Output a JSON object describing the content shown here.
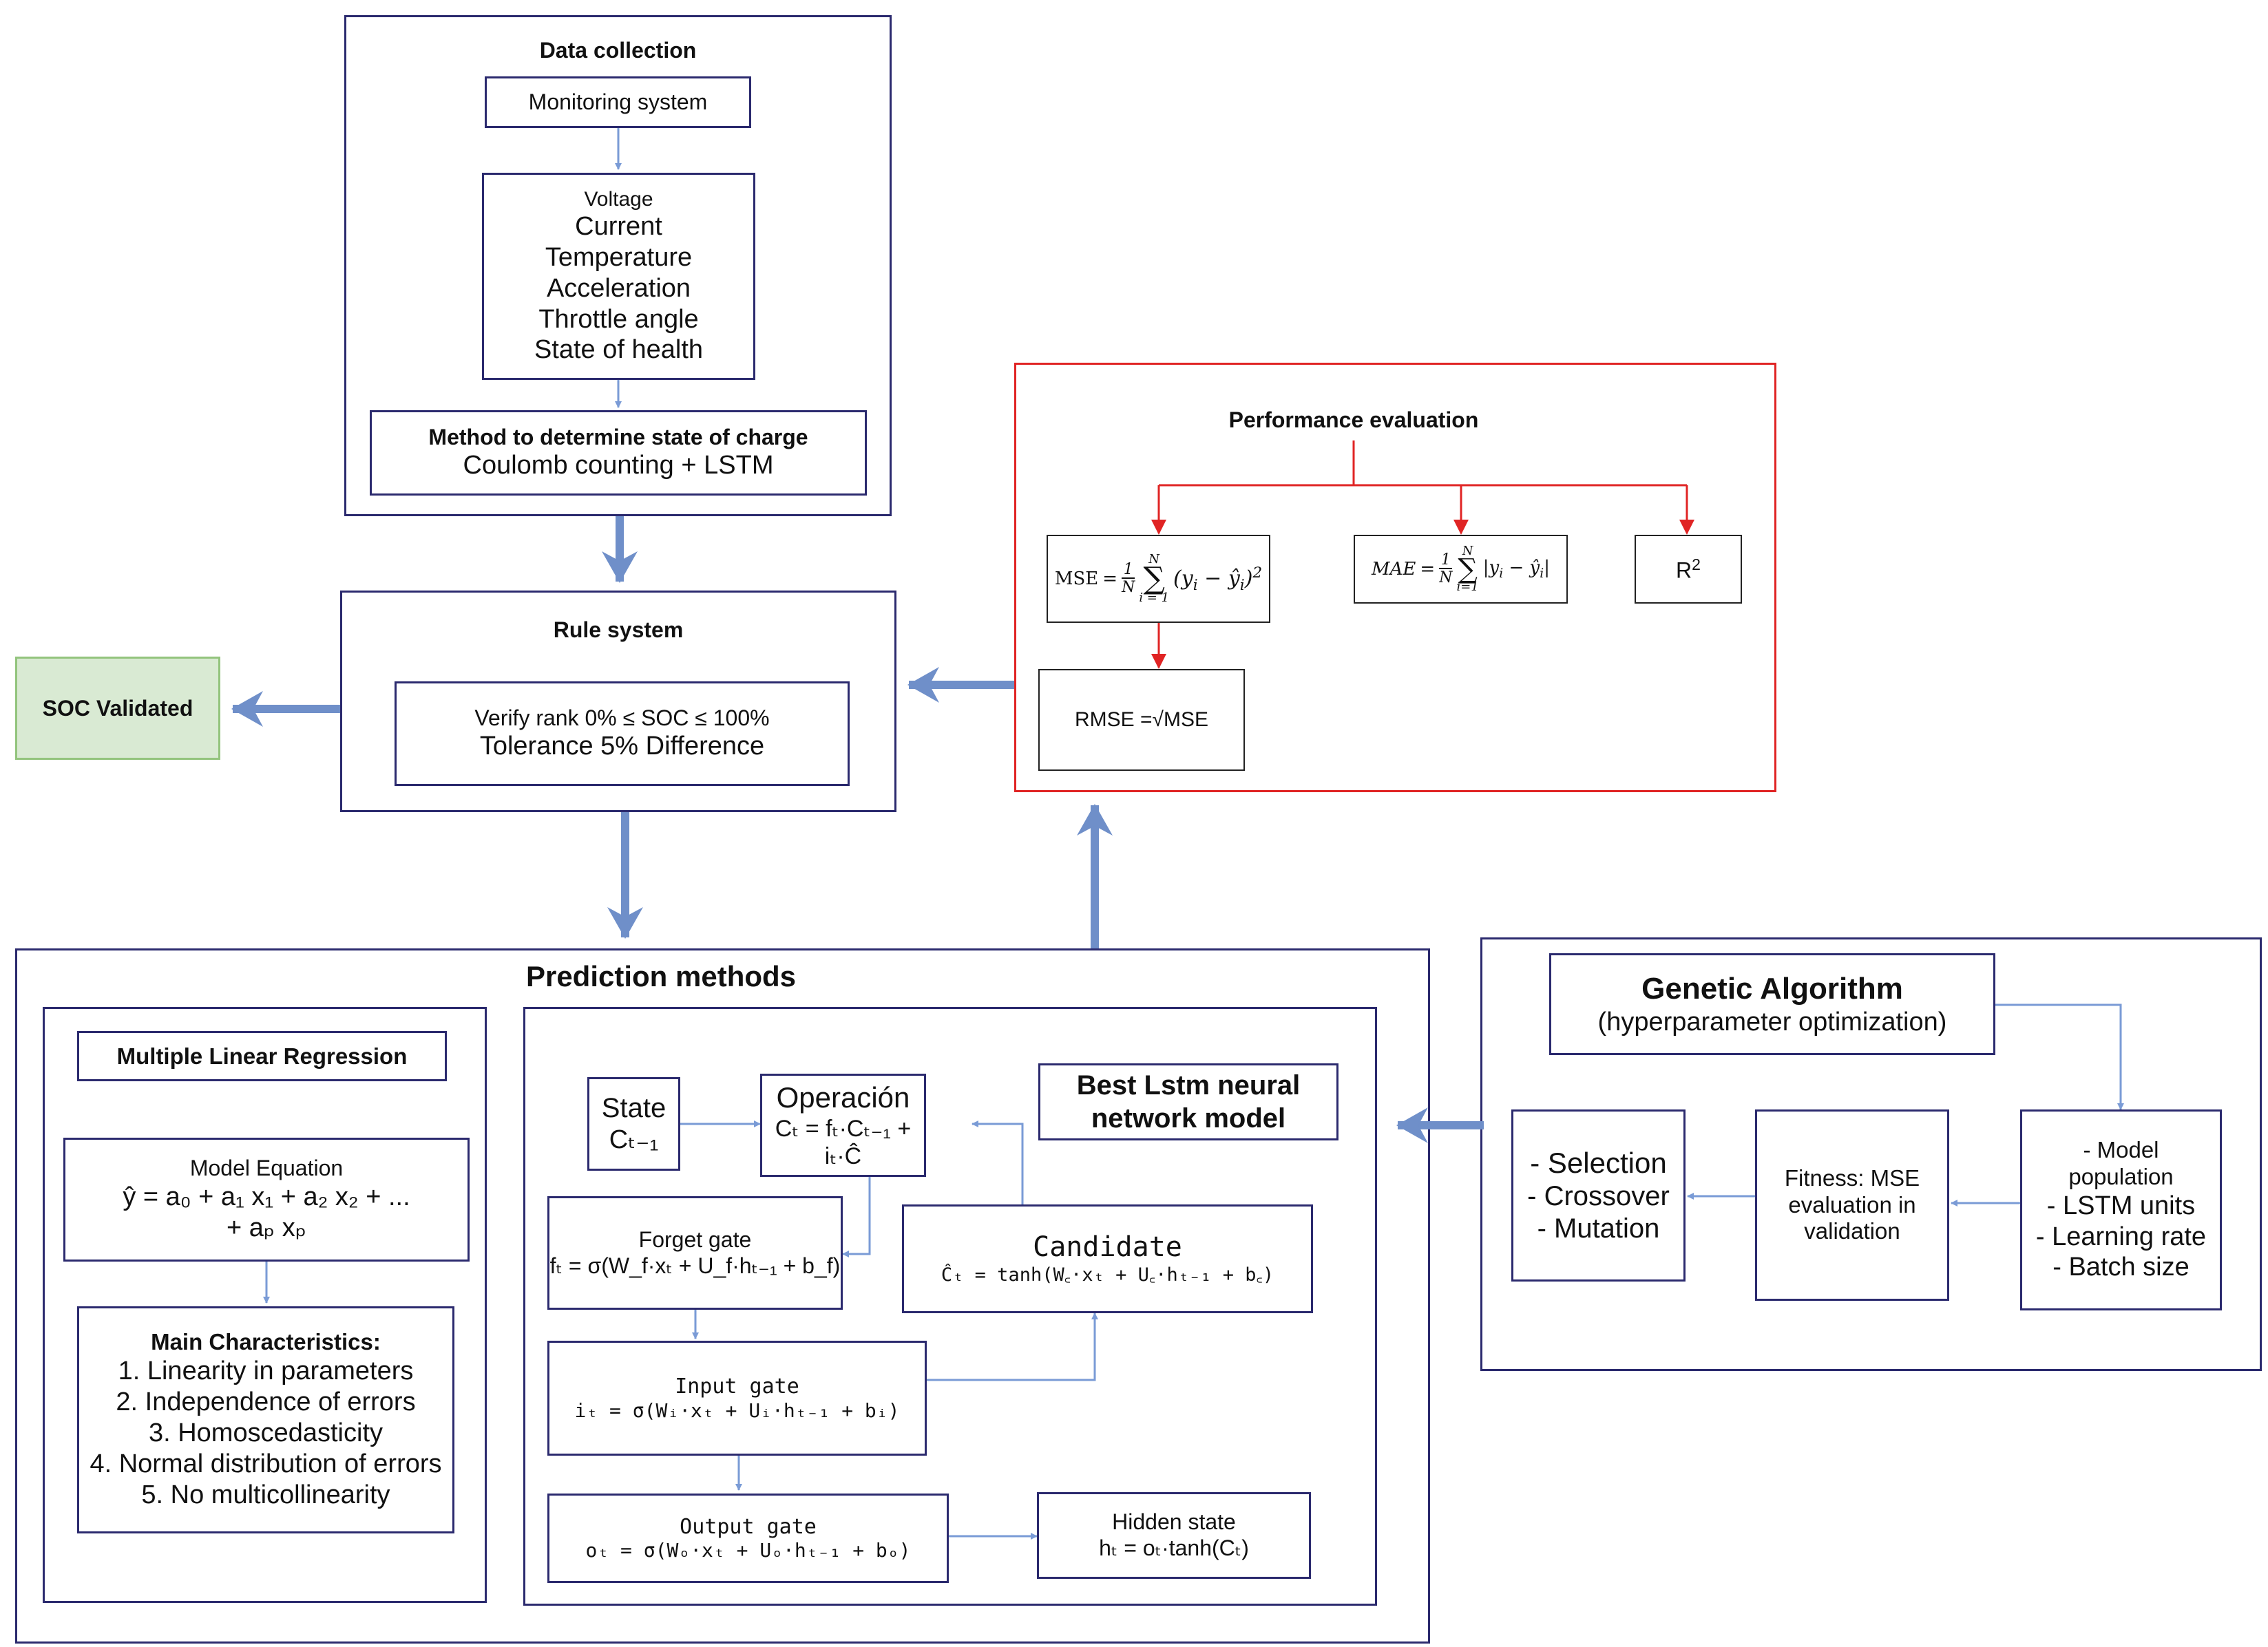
{
  "data_collection": {
    "title": "Data collection",
    "monitoring": "Monitoring system",
    "variables": [
      "Voltage",
      "Current",
      "Temperature",
      "Acceleration",
      "Throttle angle",
      "State of health"
    ],
    "method_title": "Method to determine state of charge",
    "method_value": "Coulomb counting + LSTM"
  },
  "rule_system": {
    "title": "Rule system",
    "line1": "Verify rank 0% ≤ SOC ≤ 100%",
    "line2": "Tolerance 5% Difference"
  },
  "soc_validated": "SOC Validated",
  "performance": {
    "title": "Performance evaluation",
    "mse_label": "MSE",
    "mae_label": "MAE",
    "r2_label": "R",
    "r2_sup": "2",
    "rmse_label": "RMSE =√MSE"
  },
  "prediction": {
    "title": "Prediction methods",
    "mlr": {
      "title": "Multiple Linear Regression",
      "eq_title": "Model Equation",
      "eq_line1": "ŷ = a₀ + a₁ x₁ + a₂ x₂ + ...",
      "eq_line2": "+ aₚ xₚ",
      "char_title": "Main Characteristics:",
      "characteristics": [
        "1. Linearity in parameters",
        "2. Independence of errors",
        "3. Homoscedasticity",
        "4. Normal distribution of errors",
        "5. No multicollinearity"
      ]
    },
    "lstm": {
      "best_title": "Best Lstm neural network model",
      "state_label": "State",
      "state_value": "Cₜ₋₁",
      "op_title": "Operación",
      "op_eq": "Cₜ = fₜ·Cₜ₋₁ + iₜ·Ĉ",
      "forget_title": "Forget gate",
      "forget_eq": "fₜ = σ(W_f·xₜ + U_f·hₜ₋₁ + b_f)",
      "candidate_title": "Candidate",
      "candidate_eq": "Ĉₜ = tanh(W꜀·xₜ + U꜀·hₜ₋₁ + b꜀)",
      "input_title": "Input gate",
      "input_eq": "iₜ = σ(Wᵢ·xₜ + Uᵢ·hₜ₋₁ + bᵢ)",
      "output_title": "Output gate",
      "output_eq": "oₜ = σ(Wₒ·xₜ + Uₒ·hₜ₋₁ + bₒ)",
      "hidden_title": "Hidden state",
      "hidden_eq": "hₜ = oₜ·tanh(Cₜ)"
    }
  },
  "genetic": {
    "title": "Genetic Algorithm",
    "subtitle": "(hyperparameter optimization)",
    "selection": [
      "- Selection",
      "- Crossover",
      "- Mutation"
    ],
    "fitness": [
      "Fitness: MSE",
      "evaluation in",
      "validation"
    ],
    "population": [
      "- Model",
      "population",
      "- LSTM units",
      "- Learning rate",
      "- Batch size"
    ]
  },
  "colors": {
    "box_border": "#2b2a6e",
    "thick_arrow": "#6f8fc9",
    "thin_arrow": "#7a9bd6",
    "red": "#e02424",
    "soc_fill": "#d9ead3",
    "soc_border": "#93c47d"
  }
}
